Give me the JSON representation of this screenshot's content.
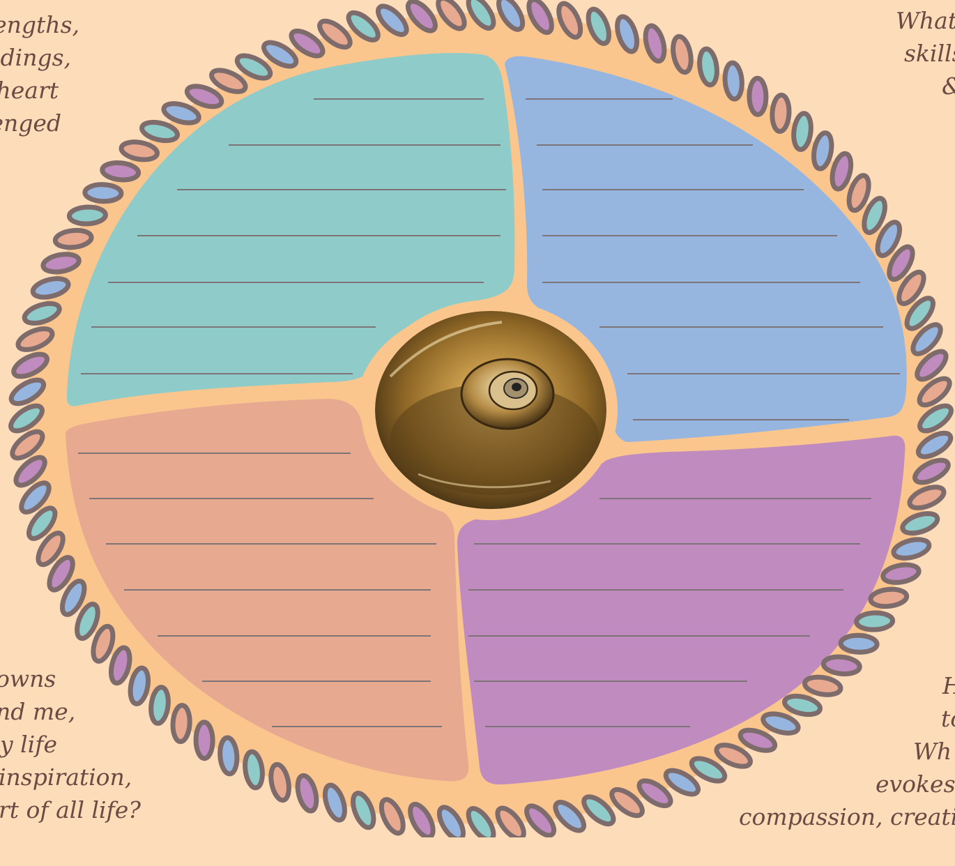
{
  "prompts": {
    "top_left": [
      "engths,",
      "dings,",
      "heart",
      "enged"
    ],
    "top_right": [
      "What",
      "skills",
      "&"
    ],
    "bottom_left": [
      "owns",
      "nd me,",
      "y life",
      "inspiration,",
      "rt of all life?"
    ],
    "bottom_right": [
      "H",
      "to",
      "Wh",
      "evokes",
      "compassion, creativ"
    ]
  },
  "colors": {
    "background": "#fddcb9",
    "ring": "#fbc68d",
    "teal": "#8ecbc9",
    "blue": "#96b6e0",
    "salmon": "#e7aa91",
    "purple": "#c08bbf",
    "rope_outline": "#7e6b6b",
    "line": "#7d7478"
  },
  "center_image": "spiral-shell"
}
